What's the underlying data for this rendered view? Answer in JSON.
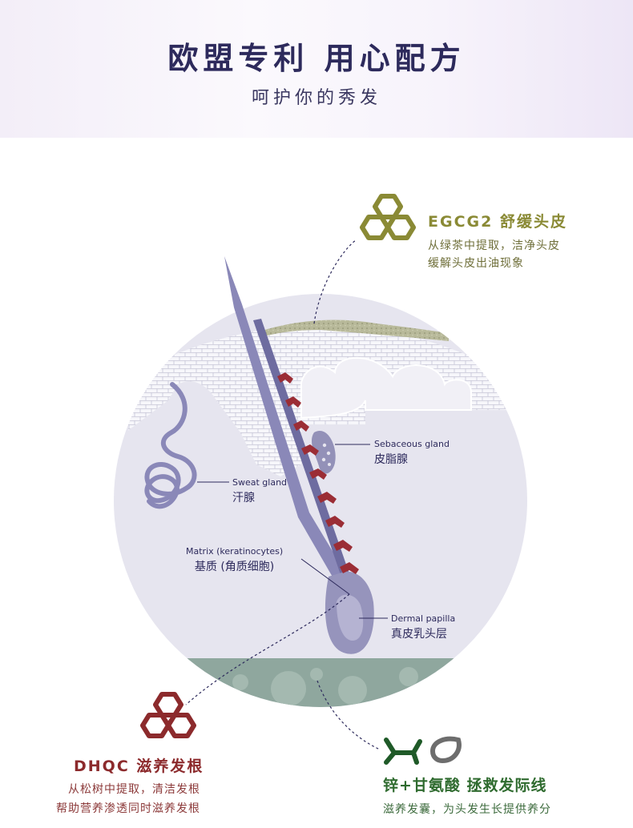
{
  "header": {
    "title": "欧盟专利 用心配方",
    "subtitle": "呵护你的秀发"
  },
  "ingredients": {
    "egcg": {
      "title": "EGCG2 舒缓头皮",
      "desc_line1": "从绿茶中提取，洁净头皮",
      "desc_line2": "缓解头皮出油现象"
    },
    "dhqc": {
      "title": "DHQC 滋养发根",
      "desc_line1": "从松树中提取，清洁发根",
      "desc_line2": "帮助营养渗透同时滋养发根"
    },
    "zinc": {
      "title": "锌+甘氨酸 拯救发际线",
      "desc": "滋养发囊，为头发生长提供养分"
    }
  },
  "anatomy": {
    "sebaceous": {
      "en": "Sebaceous gland",
      "cn": "皮脂腺"
    },
    "sweat": {
      "en": "Sweat gland",
      "cn": "汗腺"
    },
    "matrix": {
      "en": "Matrix (keratinocytes)",
      "cn": "基质 (角质细胞)"
    },
    "papilla": {
      "en": "Dermal papilla",
      "cn": "真皮乳头层"
    }
  },
  "colors": {
    "title": "#2d2a5c",
    "egcg_accent": "#8a8a35",
    "dhqc_accent": "#8c2a2c",
    "zinc_accent": "#2f6b2f",
    "hair": "#8a88b8",
    "hair_stripe": "#9b2d35",
    "tissue": "#e6e5ef",
    "base_layer": "#8fa79e"
  },
  "icons": {
    "egcg": "hexagon-molecule-icon",
    "dhqc": "hexagon-molecule-icon",
    "zinc": "molecule-shapes-icon"
  }
}
